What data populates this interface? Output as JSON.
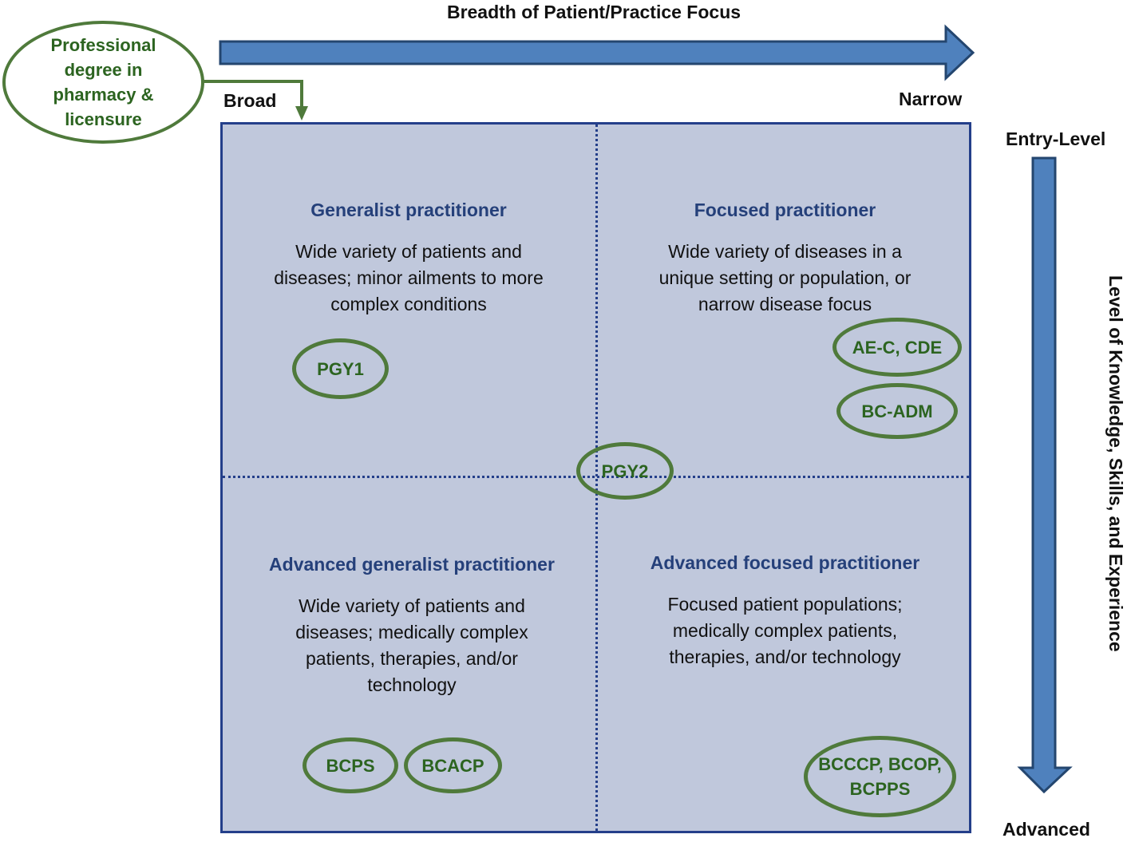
{
  "axes": {
    "horizontal_title": "Breadth of Patient/Practice Focus",
    "broad_label": "Broad",
    "narrow_label": "Narrow",
    "entry_label": "Entry-Level",
    "advanced_label": "Advanced",
    "vertical_title": "Level of Knowledge, Skills, and Experience"
  },
  "start_node": {
    "label_line1": "Professional",
    "label_line2": "degree in",
    "label_line3": "pharmacy &",
    "label_line4": "licensure"
  },
  "quadrants": {
    "top_left": {
      "title": "Generalist practitioner",
      "desc_line1": "Wide variety of patients and",
      "desc_line2": "diseases; minor ailments to more",
      "desc_line3": "complex conditions"
    },
    "top_right": {
      "title": "Focused practitioner",
      "desc_line1": "Wide variety of diseases in a",
      "desc_line2": "unique setting or population, or",
      "desc_line3": "narrow disease focus"
    },
    "bottom_left": {
      "title": "Advanced generalist practitioner",
      "desc_line1": "Wide variety of patients and",
      "desc_line2": "diseases; medically complex",
      "desc_line3": "patients, therapies, and/or",
      "desc_line4": "technology"
    },
    "bottom_right": {
      "title": "Advanced focused practitioner",
      "desc_line1": "Focused patient populations;",
      "desc_line2": "medically complex patients,",
      "desc_line3": "therapies, and/or technology"
    }
  },
  "credentials": {
    "pgy1": "PGY1",
    "pgy2": "PGY2",
    "aec_cde": "AE-C, CDE",
    "bcadm": "BC-ADM",
    "bcps": "BCPS",
    "bcacp": "BCACP",
    "specialty_line1": "BCCCP, BCOP,",
    "specialty_line2": "BCPPS"
  },
  "colors": {
    "arrow_fill": "#4f81bd",
    "arrow_stroke": "#24466f",
    "grid_fill": "#c0c8dc",
    "grid_border": "#243f8a",
    "quad_title": "#25407a",
    "credential_green": "#4f7a3b",
    "credential_text": "#2c6420"
  }
}
